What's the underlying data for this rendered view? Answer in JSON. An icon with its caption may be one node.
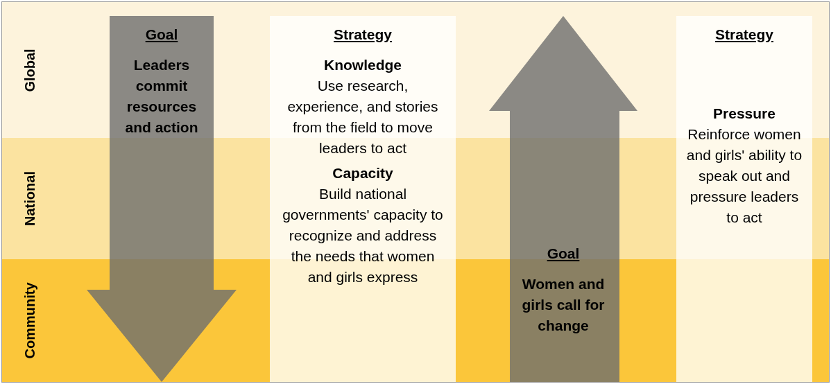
{
  "diagram": {
    "nodes": [
      {
        "text": [
          "Global"
        ]
      },
      {
        "text": [
          "National"
        ]
      },
      {
        "text": [
          "Community"
        ]
      },
      {
        "text": [
          "Goal",
          "Leaders commit resources and action"
        ]
      },
      {
        "text": [
          "Strategy",
          "Knowledge",
          "Use research, experience, and stories from the field to move leaders to act",
          "Capacity",
          "Build national governments' capacity to recognize and address the needs that women and girls express"
        ]
      },
      {
        "text": [
          "Goal",
          "Women and girls call for change"
        ]
      },
      {
        "text": [
          "Strategy",
          "Pressure",
          "Reinforce women and girls' ability to speak out and pressure leaders to act"
        ]
      }
    ],
    "edges": []
  }
}
